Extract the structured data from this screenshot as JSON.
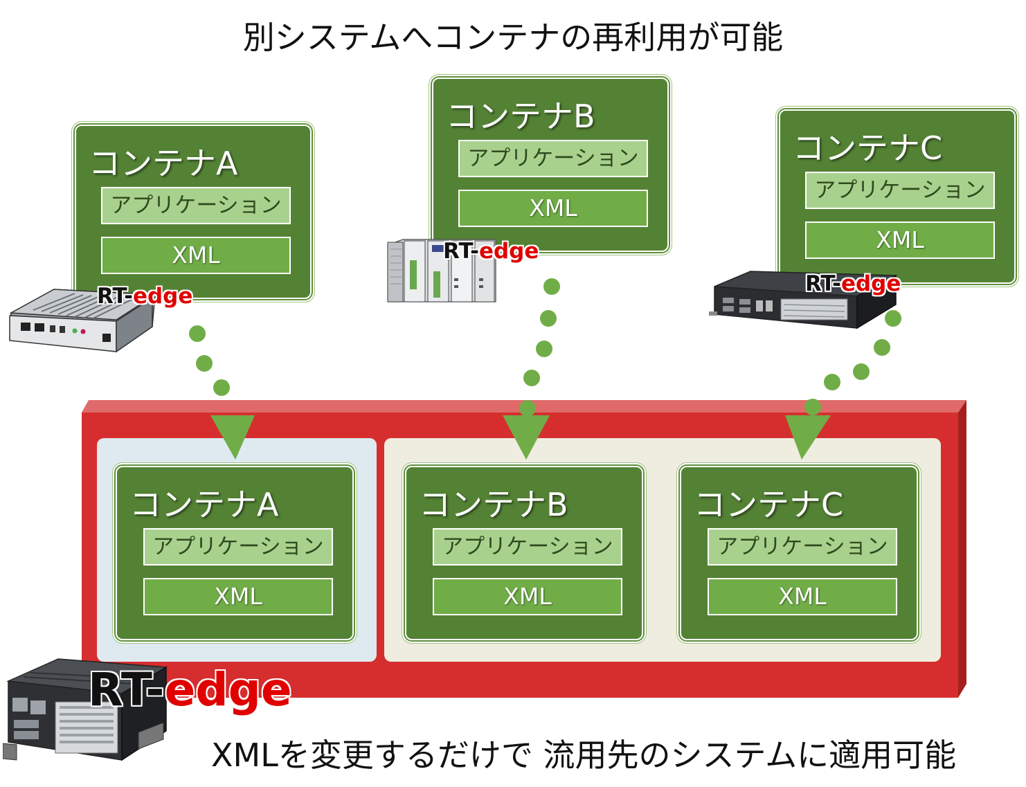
{
  "title": "別システムへコンテナの再利用が可能",
  "footer": "XMLを変更するだけで 流用先のシステムに適用可能",
  "colors": {
    "container_bg": "#548235",
    "application_bg": "#a9d18e",
    "xml_bg": "#70ad47",
    "platform_red": "#d62e2e",
    "zone_a_bg": "#deeaf0",
    "zone_bc_bg": "#efede0",
    "arrow_green": "#70ad47",
    "rt_edge_red": "#e00000"
  },
  "top_containers": [
    {
      "name": "コンテナA",
      "app": "アプリケーション",
      "xml": "XML",
      "device": "RT-edge"
    },
    {
      "name": "コンテナB",
      "app": "アプリケーション",
      "xml": "XML",
      "device": "RT-edge"
    },
    {
      "name": "コンテナC",
      "app": "アプリケーション",
      "xml": "XML",
      "device": "RT-edge"
    }
  ],
  "bottom_containers": [
    {
      "name": "コンテナA",
      "app": "アプリケーション",
      "xml": "XML"
    },
    {
      "name": "コンテナB",
      "app": "アプリケーション",
      "xml": "XML"
    },
    {
      "name": "コンテナC",
      "app": "アプリケーション",
      "xml": "XML"
    }
  ],
  "platform": {
    "rt_prefix": "RT-",
    "rt_suffix": "edge"
  },
  "rt_label": {
    "prefix": "RT-",
    "suffix": "edge"
  }
}
